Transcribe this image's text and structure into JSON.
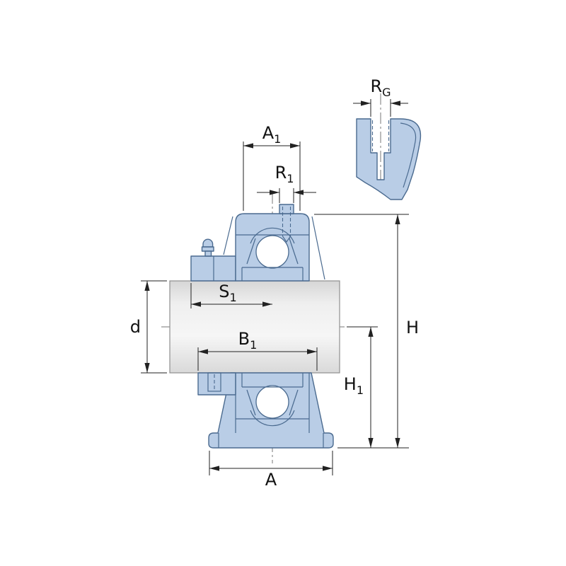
{
  "labels": {
    "a1": {
      "main": "A",
      "sub": "1"
    },
    "r1": {
      "main": "R",
      "sub": "1"
    },
    "rg": {
      "main": "R",
      "sub": "G"
    },
    "s1": {
      "main": "S",
      "sub": "1"
    },
    "b1": {
      "main": "B",
      "sub": "1"
    },
    "d": {
      "main": "d",
      "sub": ""
    },
    "h": {
      "main": "H",
      "sub": ""
    },
    "h1": {
      "main": "H",
      "sub": "1"
    },
    "a": {
      "main": "A",
      "sub": ""
    }
  },
  "colors": {
    "housing_fill": "#b9cde6",
    "housing_stroke": "#4a6a8f",
    "shaft_stroke": "#8f8f8f",
    "line": "#222222",
    "centerline": "#777777",
    "bg": "#ffffff"
  }
}
